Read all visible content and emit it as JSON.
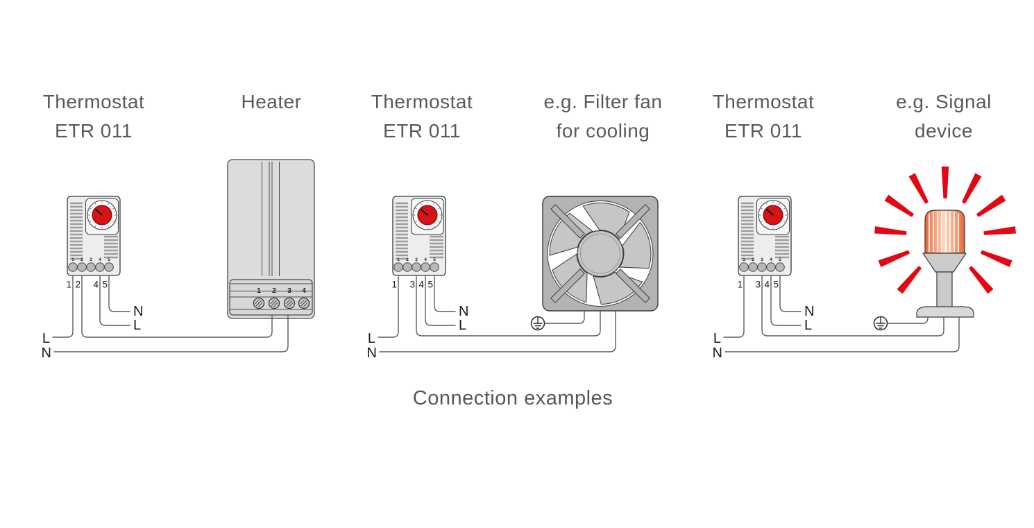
{
  "caption": "Connection examples",
  "colors": {
    "heading_gray": "#58595b",
    "wire_gray": "#5a5a5a",
    "dial_red": "#d61317",
    "ray_red": "#e30613",
    "lamp_orange": "#ef8557",
    "device_body_gray": "#ededed",
    "heater_gray": "#dcdcdc",
    "fan_gray": "#b3b3b3"
  },
  "thermostat": {
    "terminal_numbers": [
      "1",
      "2",
      "3",
      "4",
      "5"
    ]
  },
  "diagrams": [
    {
      "id": "heater",
      "title": {
        "line1": "Thermostat",
        "line2": "ETR 011"
      },
      "load_title": {
        "line1": "Heater",
        "line2": ""
      },
      "wired_terminals": [
        "1",
        "2",
        "4",
        "5"
      ],
      "load_wire_labels": {
        "neutral": "N",
        "line": "L"
      },
      "supply_labels": {
        "line": "L",
        "neutral": "N"
      },
      "heater_terminals": [
        "1",
        "2",
        "3",
        "4"
      ]
    },
    {
      "id": "filter-fan",
      "title": {
        "line1": "Thermostat",
        "line2": "ETR 011"
      },
      "load_title": {
        "line1": "e.g. Filter fan",
        "line2": "for cooling"
      },
      "wired_terminals": [
        "1",
        "3",
        "4",
        "5"
      ],
      "load_wire_labels": {
        "neutral": "N",
        "line": "L"
      },
      "supply_labels": {
        "line": "L",
        "neutral": "N"
      }
    },
    {
      "id": "signal-device",
      "title": {
        "line1": "Thermostat",
        "line2": "ETR 011"
      },
      "load_title": {
        "line1": "e.g. Signal",
        "line2": "device"
      },
      "wired_terminals": [
        "1",
        "3",
        "4",
        "5"
      ],
      "load_wire_labels": {
        "neutral": "N",
        "line": "L"
      },
      "supply_labels": {
        "line": "L",
        "neutral": "N"
      }
    }
  ]
}
